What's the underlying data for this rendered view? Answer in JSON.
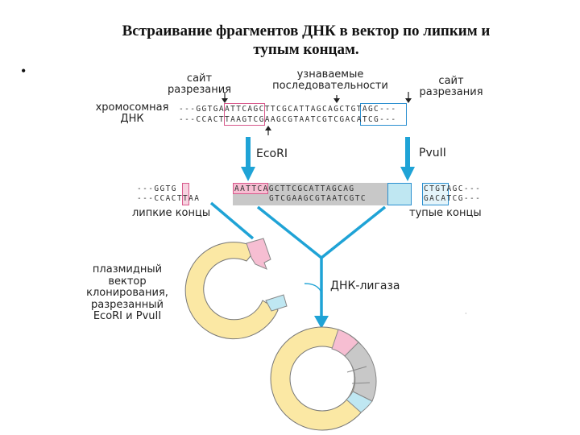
{
  "title": {
    "line1": "Встраивание фрагментов ДНК в вектор по липким и",
    "line2": "тупым концам."
  },
  "bullet": "•",
  "labels": {
    "site_left": "сайт\nразрезания",
    "recognized": "узнаваемые\nпоследовательности",
    "site_right": "сайт\nразрезания",
    "chromosomal_dna": "хромосомная\nДНК",
    "ecori": "EcoRI",
    "pvuii": "PvuII",
    "sticky_ends": "липкие концы",
    "blunt_ends": "тупые концы",
    "plasmid_vector": "плазмидный\nвектор\nклонирования,\nразрезанный\nEcoRI и PvuII",
    "ligase": "ДНК-лигаза"
  },
  "sequences": {
    "chrom_top": "---GGTGAATTCAGCTTCGCATTAGCAGCTGTAGC---",
    "chrom_bottom": "---CCACTTAAGTCGAAGCGTAATCGTCGACATCG---",
    "left_frag_top": "---GGTG",
    "left_frag_bottom": "---CCACTTAA",
    "mid_frag_top": "AATTCAGCTTCGCATTAGCAG",
    "mid_frag_bottom": "GTCGAAGCGTAATCGTC",
    "right_frag_top": "CTGTAGC---",
    "right_frag_bottom": "GACATCG---"
  },
  "colors": {
    "arrow_blue": "#1fa3d6",
    "sticky_pink": "#f6bed2",
    "blunt_cyan": "#bfe7f2",
    "plasmid_yellow": "#fbe8a4",
    "insert_gray": "#c8c8c8",
    "site_box_pink": "#d85a8c",
    "site_box_blue": "#2b8fd0"
  }
}
